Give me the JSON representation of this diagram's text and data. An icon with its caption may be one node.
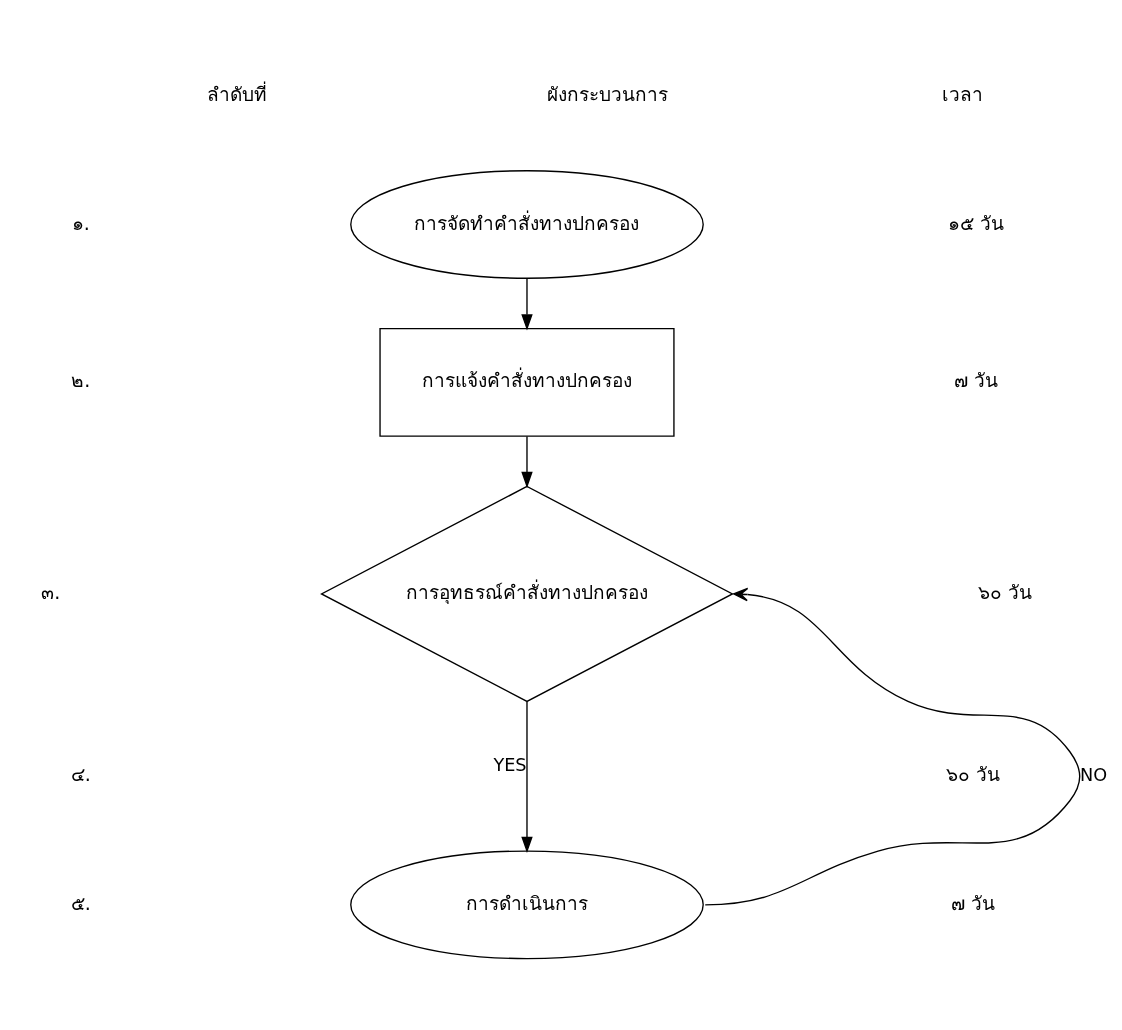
{
  "diagram": {
    "nodes": [
      {
        "text": [
          "การจัดทำคำสั่งทางปกครอง"
        ]
      },
      {
        "text": [
          "การแจ้งคำสั่งทางปกครอง"
        ]
      },
      {
        "text": [
          "การอุทธรณ์คำสั่งทางปกครอง"
        ]
      },
      {
        "text": [
          "การดำเนินการ"
        ]
      }
    ],
    "edges": [
      {
        "from": 0,
        "to": 1,
        "arrow": "to"
      },
      {
        "from": 1,
        "to": 2,
        "arrow": "to"
      },
      {
        "from": 2,
        "to": 3,
        "arrow": "to",
        "label": "YES"
      },
      {
        "from": 3,
        "to": 2,
        "arrow": "to",
        "label": "NO"
      }
    ],
    "labels": [
      "ลำดับที่",
      "ผังกระบวนการ",
      "เวลา",
      "๑.",
      "๑๕ วัน",
      "๒.",
      "๗ วัน",
      "๓.",
      "๖๐ วัน",
      "๔.",
      "๖๐ วัน",
      "๕.",
      "๗ วัน"
    ]
  }
}
